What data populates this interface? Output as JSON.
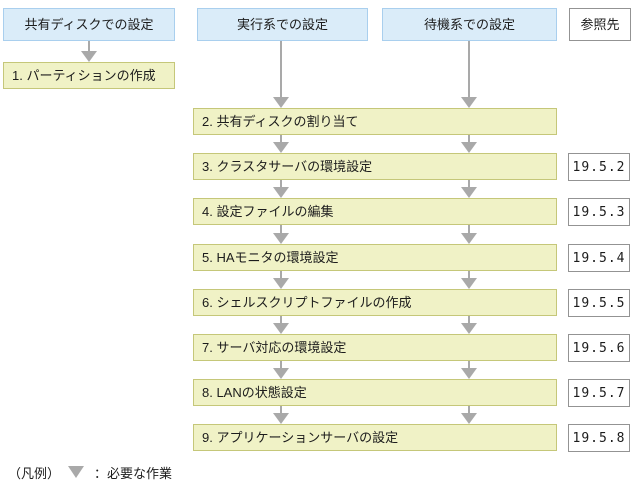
{
  "colors": {
    "header_fill": "#daecf9",
    "header_border": "#a9cfee",
    "task_fill": "#f0f2c6",
    "task_border": "#c5c779",
    "ref_fill": "#ffffff",
    "ref_border": "#939393",
    "arrow": "#a9a9a9",
    "text": "#1c1c1c"
  },
  "icons": {
    "required_task_arrow": "▼"
  },
  "headers": {
    "shared_disk": "共有ディスクでの設定",
    "active_system": "実行系での設定",
    "standby_system": "待機系での設定",
    "reference": "参照先"
  },
  "shared_disk_steps": [
    {
      "label": "1. パーティションの作成"
    }
  ],
  "steps": [
    {
      "label": "2. 共有ディスクの割り当て"
    },
    {
      "label": "3. クラスタサーバの環境設定",
      "ref": "19.5.2"
    },
    {
      "label": "4. 設定ファイルの編集",
      "ref": "19.5.3"
    },
    {
      "label": "5. HAモニタの環境設定",
      "ref": "19.5.4"
    },
    {
      "label": "6. シェルスクリプトファイルの作成",
      "ref": "19.5.5"
    },
    {
      "label": "7. サーバ対応の環境設定",
      "ref": "19.5.6"
    },
    {
      "label": "8. LANの状態設定",
      "ref": "19.5.7"
    },
    {
      "label": "9. アプリケーションサーバの設定",
      "ref": "19.5.8"
    }
  ],
  "legend": {
    "caption": "（凡例）",
    "arrow_meaning": "：必要な作業"
  }
}
